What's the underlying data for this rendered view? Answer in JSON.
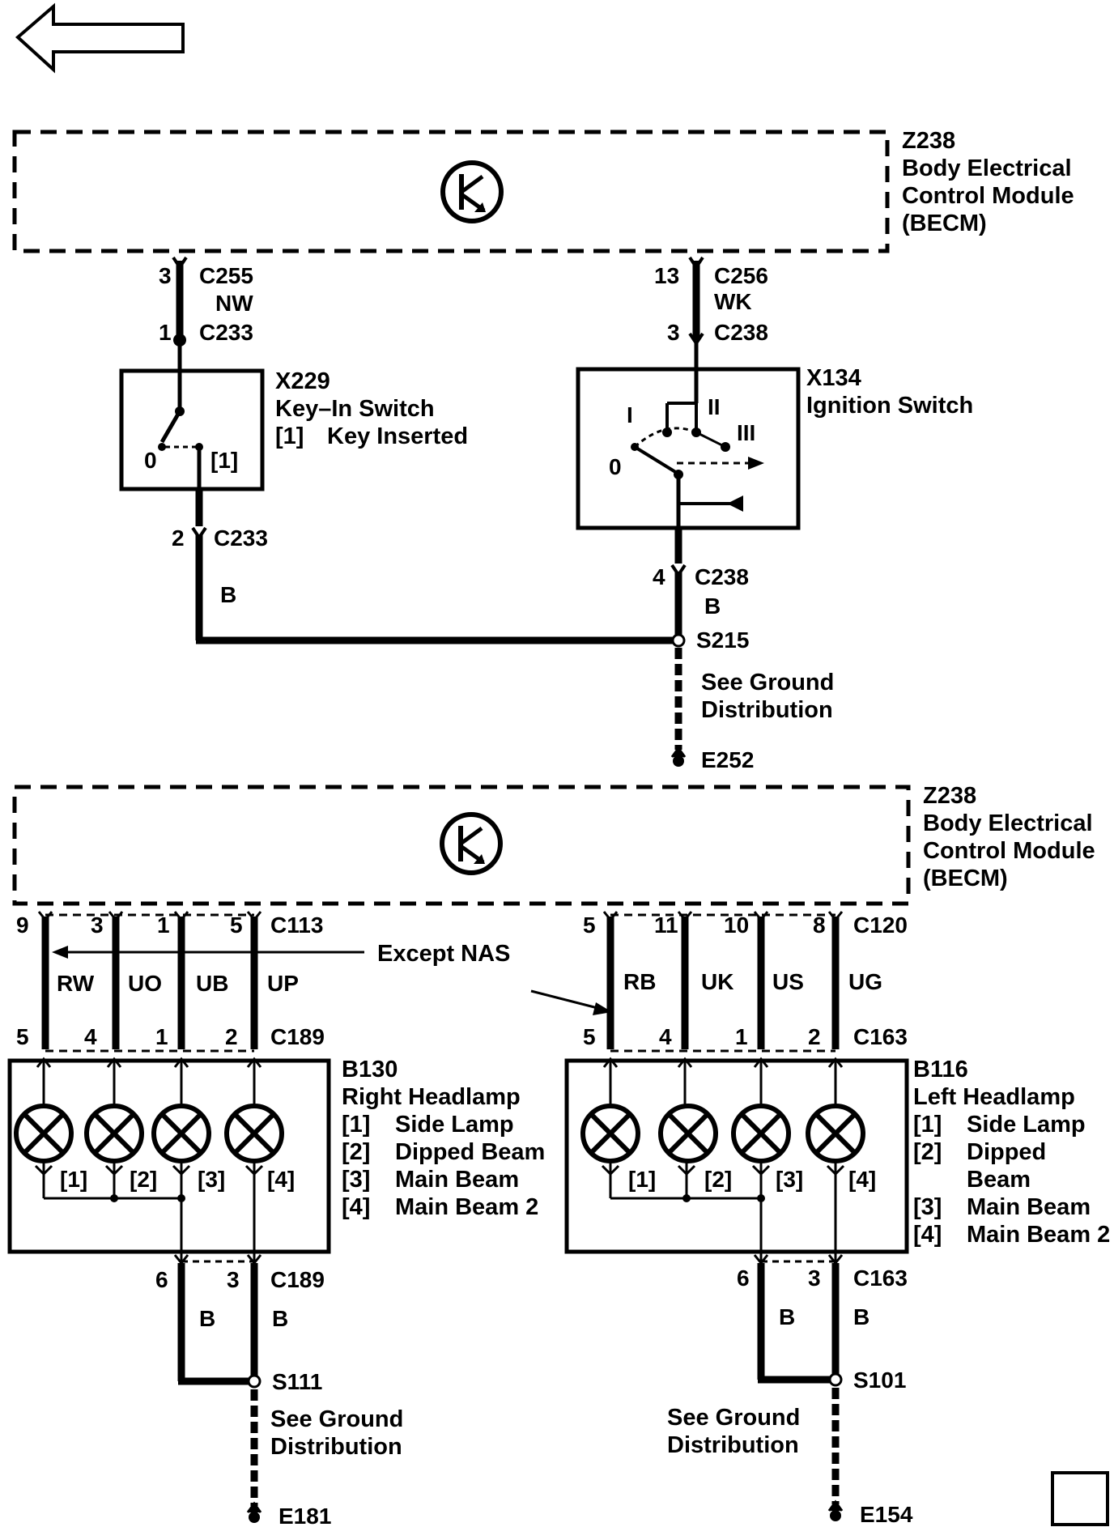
{
  "nav": {
    "back_arrow_icon": "left-arrow-outline-icon",
    "next_box_icon": "empty-square-icon"
  },
  "upper": {
    "module": {
      "id": "Z238",
      "name1": "Body Electrical",
      "name2": "Control Module",
      "name3": "(BECM)"
    },
    "left_wire": {
      "pin_top": "3",
      "conn_top": "C255",
      "color": "NW",
      "pin_mid": "1",
      "conn_mid": "C233"
    },
    "keyswitch": {
      "id": "X229",
      "name": "Key–In Switch",
      "state_num": "[1]",
      "state_text": "Key Inserted",
      "pos0": "0",
      "pos1": "[1]"
    },
    "left_out": {
      "pin": "2",
      "conn": "C233",
      "color": "B"
    },
    "right_wire": {
      "pin_top": "13",
      "conn_top": "C256",
      "color": "WK",
      "pin_mid": "3",
      "conn_mid": "C238"
    },
    "ignition": {
      "id": "X134",
      "name": "Ignition Switch",
      "pos_I": "I",
      "pos_II": "II",
      "pos_III": "III",
      "pos_0": "0"
    },
    "right_out": {
      "pin": "4",
      "conn": "C238",
      "color": "B"
    },
    "splice": "S215",
    "ground_note1": "See Ground",
    "ground_note2": "Distribution",
    "ground_id": "E252"
  },
  "lower": {
    "module": {
      "id": "Z238",
      "name1": "Body Electrical",
      "name2": "Control Module",
      "name3": "(BECM)"
    },
    "note": "Except NAS",
    "right_headlamp": {
      "top_pins": [
        "9",
        "3",
        "1",
        "5"
      ],
      "top_conn": "C113",
      "colors": [
        "RW",
        "UO",
        "UB",
        "UP"
      ],
      "bot_pins": [
        "5",
        "4",
        "1",
        "2"
      ],
      "bot_conn": "C189",
      "id": "B130",
      "name": "Right Headlamp",
      "legend": [
        {
          "num": "[1]",
          "text": "Side Lamp"
        },
        {
          "num": "[2]",
          "text": "Dipped Beam"
        },
        {
          "num": "[3]",
          "text": "Main Beam"
        },
        {
          "num": "[4]",
          "text": "Main Beam 2"
        }
      ],
      "lamp_tags": [
        "[1]",
        "[2]",
        "[3]",
        "[4]"
      ],
      "gnd_pins": [
        "6",
        "3"
      ],
      "gnd_conn": "C189",
      "gnd_colors": [
        "B",
        "B"
      ],
      "splice": "S111",
      "ground_note1": "See Ground",
      "ground_note2": "Distribution",
      "ground_id": "E181"
    },
    "left_headlamp": {
      "top_pins": [
        "5",
        "11",
        "10",
        "8"
      ],
      "top_conn": "C120",
      "colors": [
        "RB",
        "UK",
        "US",
        "UG"
      ],
      "bot_pins": [
        "5",
        "4",
        "1",
        "2"
      ],
      "bot_conn": "C163",
      "id": "B116",
      "name": "Left Headlamp",
      "legend": [
        {
          "num": "[1]",
          "text": "Side Lamp"
        },
        {
          "num": "[2]",
          "text": "Dipped"
        },
        {
          "num": "",
          "text": "Beam"
        },
        {
          "num": "[3]",
          "text": "Main Beam"
        },
        {
          "num": "[4]",
          "text": "Main Beam 2"
        }
      ],
      "lamp_tags": [
        "[1]",
        "[2]",
        "[3]",
        "[4]"
      ],
      "gnd_pins": [
        "6",
        "3"
      ],
      "gnd_conn": "C163",
      "gnd_colors": [
        "B",
        "B"
      ],
      "splice": "S101",
      "ground_note1": "See Ground",
      "ground_note2": "Distribution",
      "ground_id": "E154"
    }
  }
}
